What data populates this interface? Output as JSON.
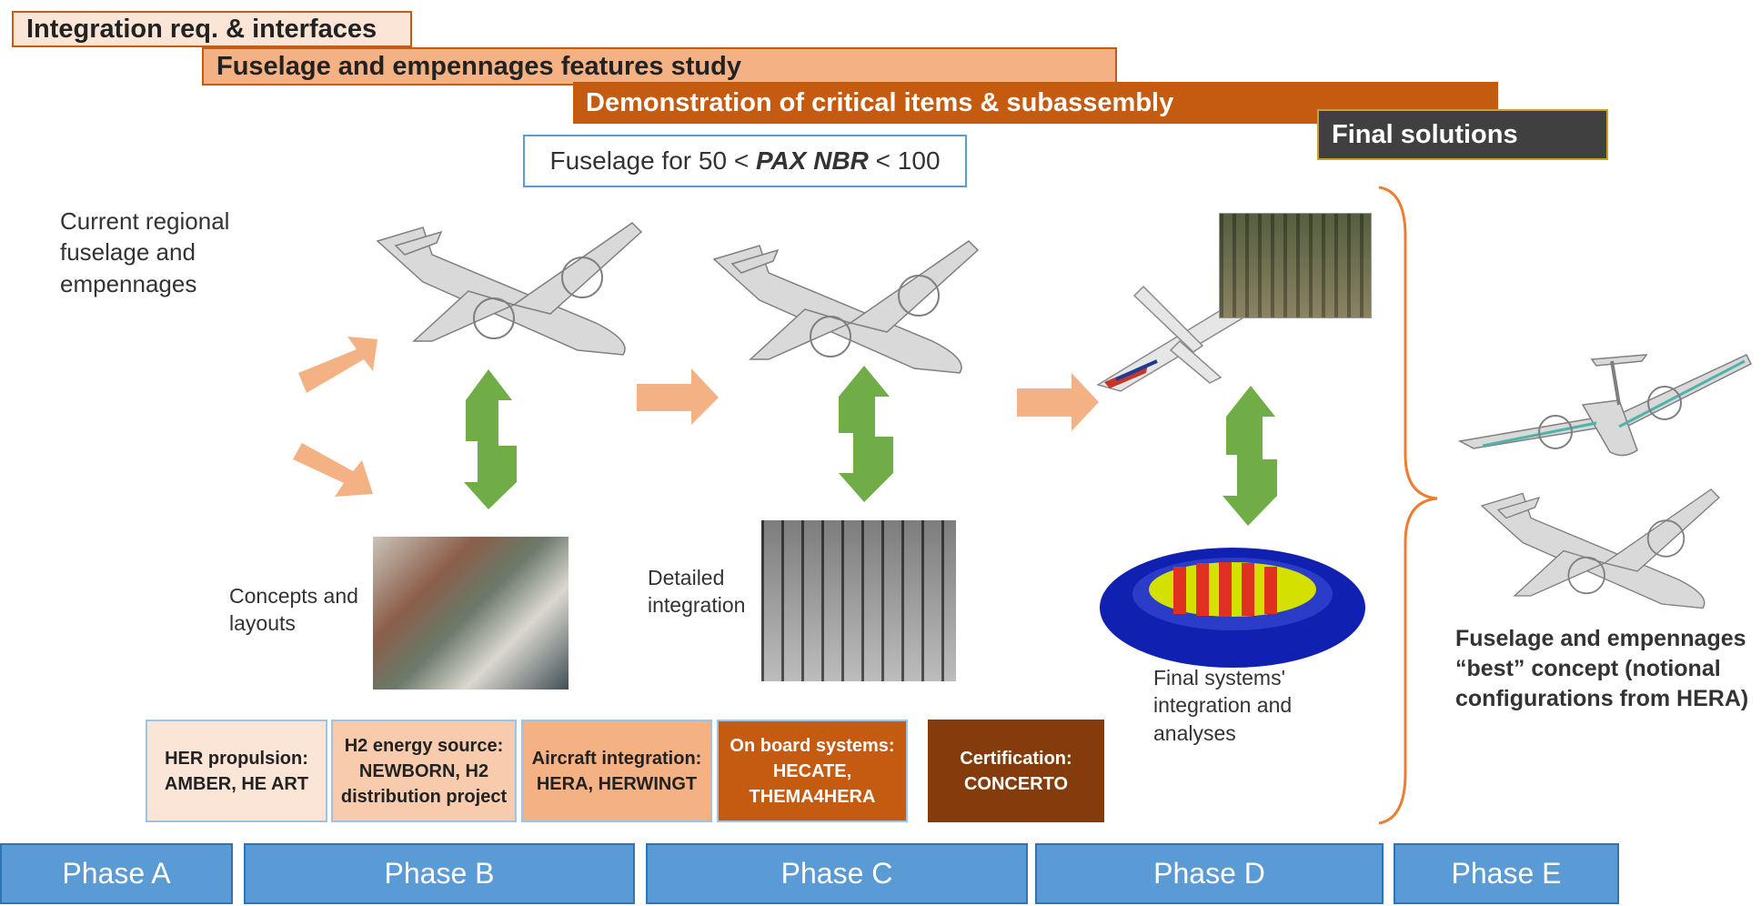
{
  "bars": {
    "integration": "Integration req. & interfaces",
    "features": "Fuselage and empennages features study",
    "demonstration": "Demonstration of critical items & subassembly",
    "final": "Final solutions"
  },
  "pax_box": {
    "prefix": "Fuselage for 50 < ",
    "emph": "PAX NBR",
    "suffix": " < 100"
  },
  "labels": {
    "current": "Current regional fuselage and empennages",
    "concepts": "Concepts and layouts",
    "detailed": "Detailed integration",
    "final_systems": "Final systems' integration and analyses",
    "best": "Fuselage and empennages “best” concept (notional configurations from HERA)"
  },
  "programs": [
    "HER propulsion: AMBER, HE ART",
    "H2 energy source: NEWBORN, H2 distribution project",
    "Aircraft integration: HERA, HERWINGT",
    "On board systems: HECATE, THEMA4HERA",
    "Certification: CONCERTO"
  ],
  "phases": [
    "Phase A",
    "Phase B",
    "Phase C",
    "Phase D",
    "Phase E"
  ],
  "colors": {
    "bar1": "#fbe5d6",
    "bar2": "#f4b183",
    "bar3": "#c55a11",
    "bar4": "#404040",
    "phase": "#5b9bd5",
    "arrow_orange": "#f4b183",
    "arrow_green": "#70ad47",
    "brace": "#ed7d31"
  }
}
